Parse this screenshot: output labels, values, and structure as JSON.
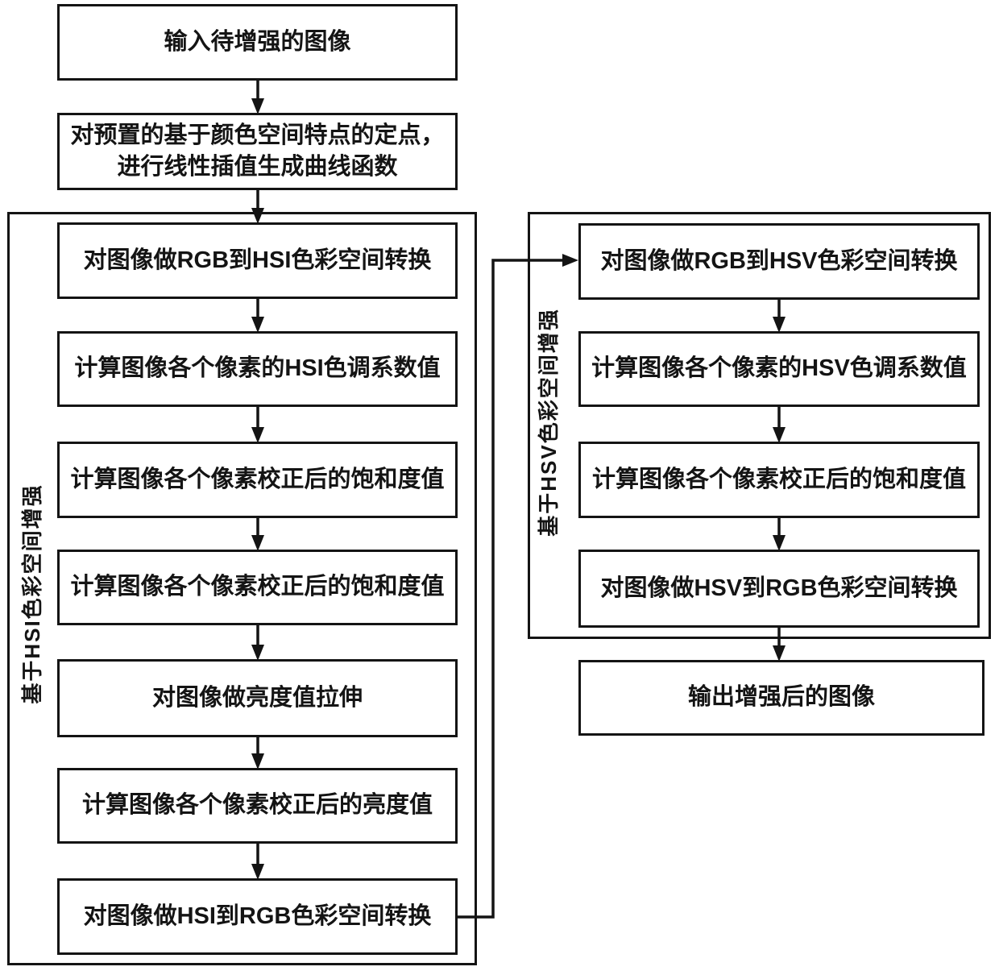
{
  "flow": {
    "input_box": "输入待增强的图像",
    "interpolation_box_line1": "对预置的基于颜色空间特点的定点，",
    "interpolation_box_line2": "进行线性插值生成曲线函数",
    "hsi_group": {
      "label": "基于HSI色彩空间增强",
      "steps": [
        "对图像做RGB到HSI色彩空间转换",
        "计算图像各个像素的HSI色调系数值",
        "计算图像各个像素校正后的饱和度值",
        "计算图像各个像素校正后的饱和度值",
        "对图像做亮度值拉伸",
        "计算图像各个像素校正后的亮度值",
        "对图像做HSI到RGB色彩空间转换"
      ]
    },
    "hsv_group": {
      "label": "基于HSV色彩空间增强",
      "steps": [
        "对图像做RGB到HSV色彩空间转换",
        "计算图像各个像素的HSV色调系数值",
        "计算图像各个像素校正后的饱和度值",
        "对图像做HSV到RGB色彩空间转换"
      ]
    },
    "output_box": "输出增强后的图像",
    "colors": {
      "line": "#141414",
      "background": "#ffffff"
    }
  }
}
